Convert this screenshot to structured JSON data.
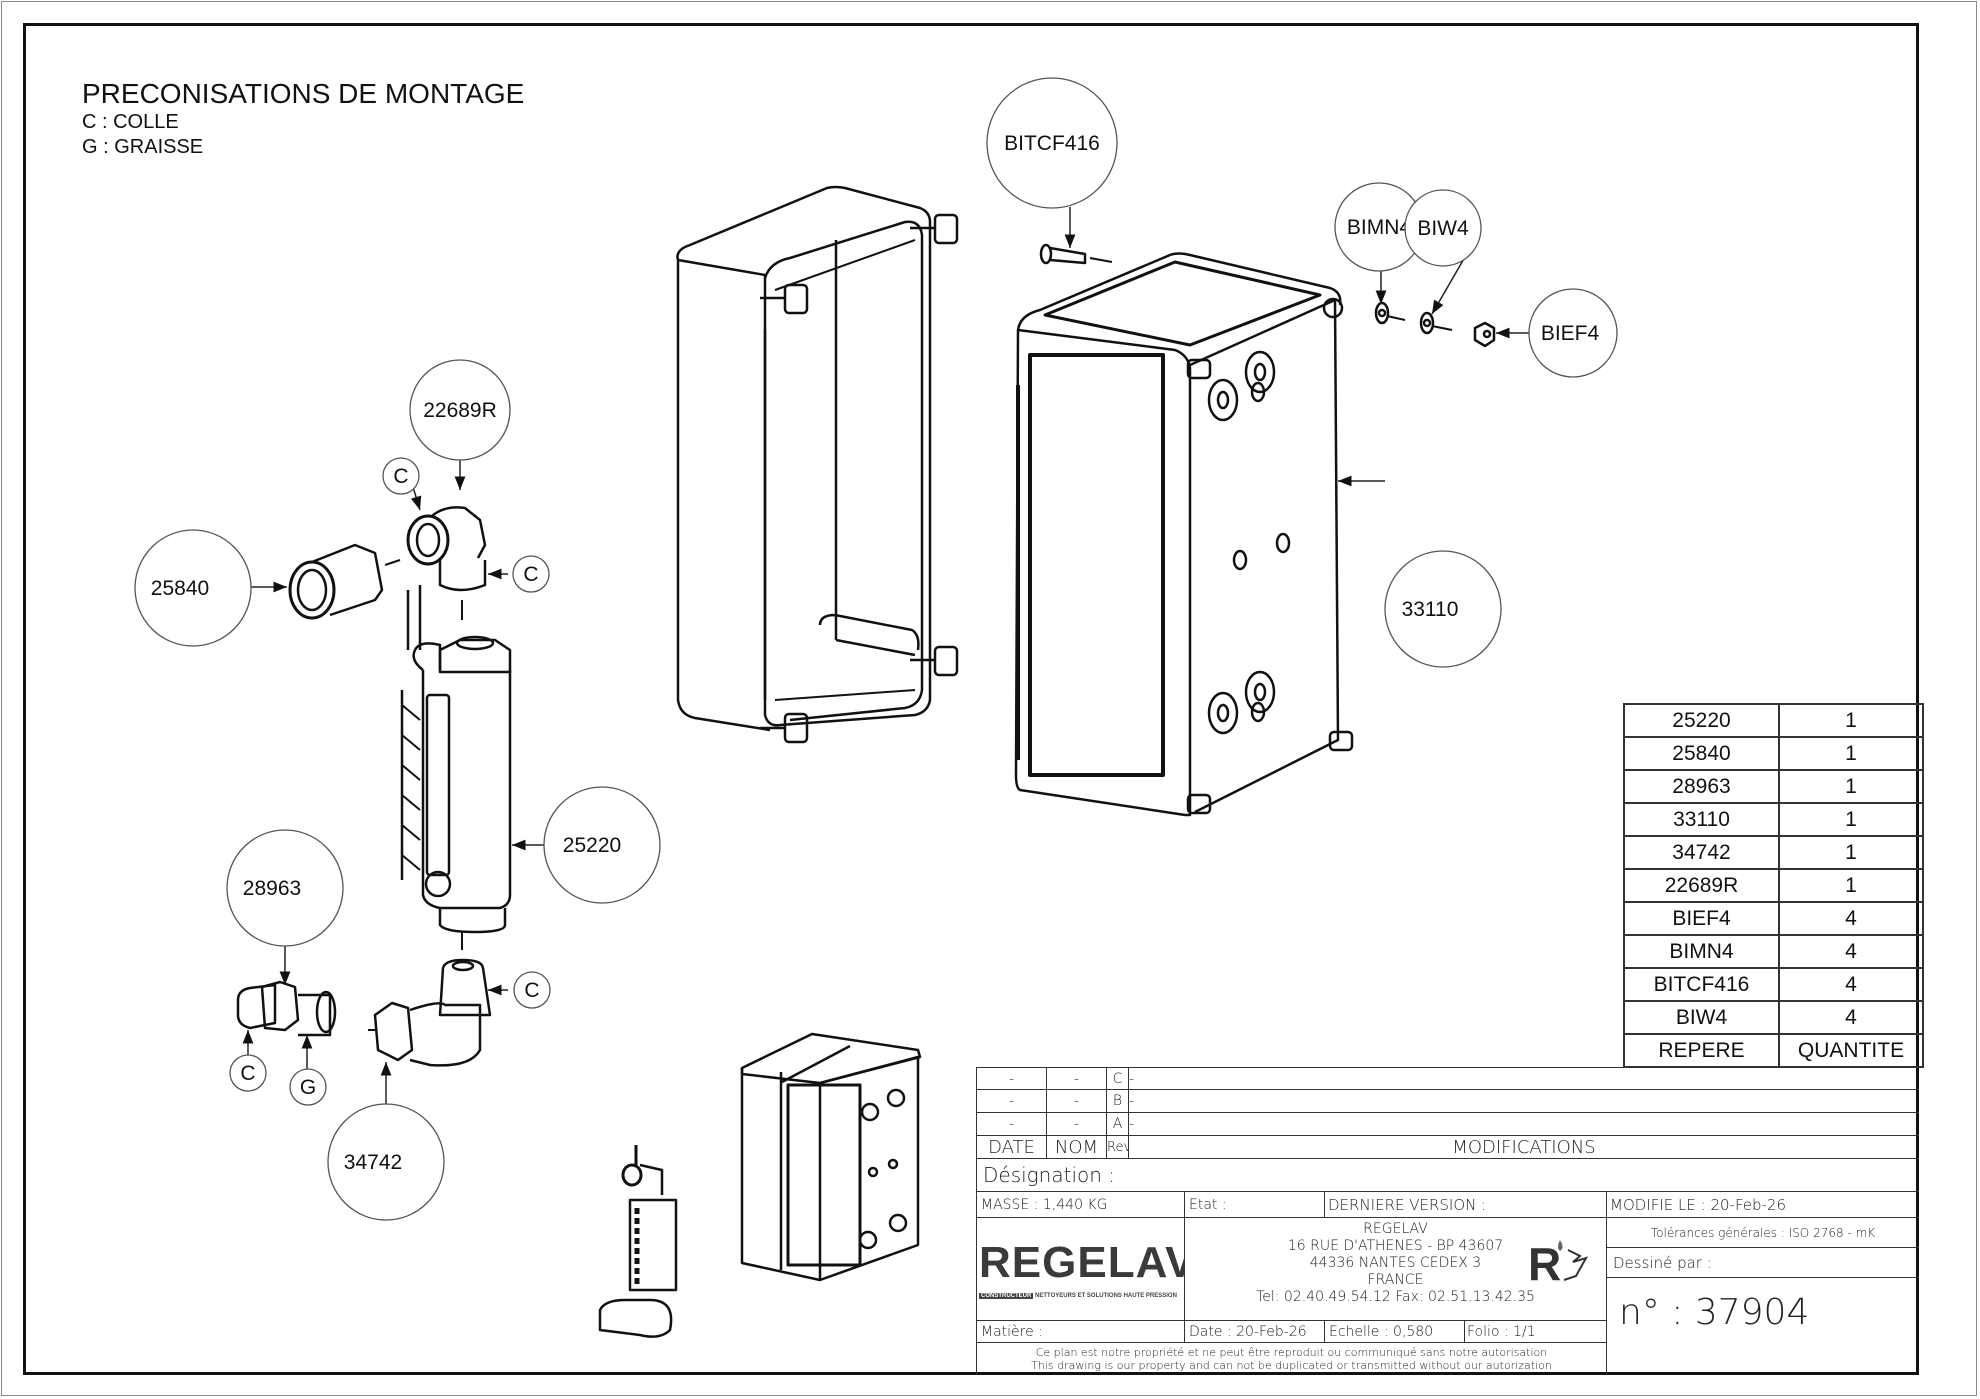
{
  "notes": {
    "title": "PRECONISATIONS DE MONTAGE",
    "lines": [
      "C : COLLE",
      "G : GRAISSE"
    ]
  },
  "balloons": {
    "p22689R": "22689R",
    "p25840": "25840",
    "p25220": "25220",
    "p28963": "28963",
    "p34742": "34742",
    "p33110": "33110",
    "pBITCF416": "BITCF416",
    "pBIMN4": "BIMN4",
    "pBIW4": "BIW4",
    "pBIEF4": "BIEF4",
    "colle": "C",
    "graisse": "G"
  },
  "bom": {
    "rows": [
      {
        "repere": "25220",
        "quantite": "1"
      },
      {
        "repere": "25840",
        "quantite": "1"
      },
      {
        "repere": "28963",
        "quantite": "1"
      },
      {
        "repere": "33110",
        "quantite": "1"
      },
      {
        "repere": "34742",
        "quantite": "1"
      },
      {
        "repere": "22689R",
        "quantite": "1"
      },
      {
        "repere": "BIEF4",
        "quantite": "4"
      },
      {
        "repere": "BIMN4",
        "quantite": "4"
      },
      {
        "repere": "BITCF416",
        "quantite": "4"
      },
      {
        "repere": "BIW4",
        "quantite": "4"
      }
    ],
    "header": {
      "repere": "REPERE",
      "quantite": "QUANTITE"
    }
  },
  "titleblock": {
    "revisions": [
      {
        "date": "-",
        "nom": "-",
        "rev": "C",
        "mod": "-"
      },
      {
        "date": "-",
        "nom": "-",
        "rev": "B",
        "mod": "-"
      },
      {
        "date": "-",
        "nom": "-",
        "rev": "A",
        "mod": "-"
      }
    ],
    "rev_header": {
      "date": "DATE",
      "nom": "NOM",
      "rev": "Rev",
      "mod": "MODIFICATIONS"
    },
    "designation": "Désignation :",
    "masse": "MASSE : 1,440 KG",
    "etat": "Etat :",
    "derniere_version": "DERNIERE VERSION :",
    "modifie_le": "MODIFIE LE : 20-Feb-26",
    "company": {
      "logo_text": "REGELAV",
      "logo_tag": "CONSTRUCTEUR",
      "logo_sub": "NETTOYEURS ET SOLUTIONS HAUTE PRESSION",
      "name": "REGELAV",
      "address1": "16 RUE D'ATHENES - BP 43607",
      "address2": "44336 NANTES CEDEX 3",
      "country": "FRANCE",
      "phone": "Tel:   02.40.49.54.12   Fax:   02.51.13.42.35"
    },
    "tolerances": "Tolérances générales : ISO 2768 - mK",
    "dessine_par": "Dessiné par :",
    "matiere": "Matière :",
    "date": "Date : 20-Feb-26",
    "echelle": "Echelle : 0,580",
    "folio": "Folio : 1/1",
    "numero": "n° : 37904",
    "disclaimer_fr": "Ce plan est notre propriété et ne peut être reproduit ou communiqué sans notre autorisation",
    "disclaimer_en": "This drawing is our property and can not be duplicated or transmitted without our autorization"
  }
}
